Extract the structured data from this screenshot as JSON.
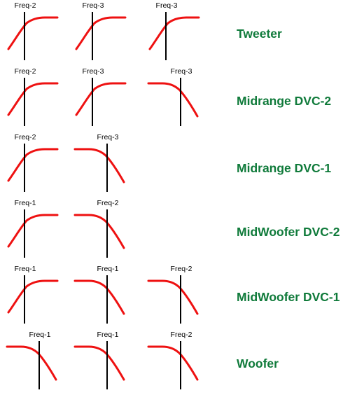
{
  "colors": {
    "curve": "#ee1111",
    "marker": "#000000",
    "label": "#0f7a3a"
  },
  "rows": [
    {
      "name": "Tweeter",
      "cells": [
        {
          "label": "Freq-2",
          "shape": "high-pass"
        },
        {
          "label": "Freq-3",
          "shape": "high-pass"
        },
        {
          "label": "Freq-3",
          "shape": "high-pass"
        }
      ]
    },
    {
      "name": "Midrange DVC-2",
      "cells": [
        {
          "label": "Freq-2",
          "shape": "high-pass"
        },
        {
          "label": "Freq-3",
          "shape": "high-pass"
        },
        {
          "label": "Freq-3",
          "shape": "low-pass"
        }
      ]
    },
    {
      "name": "Midrange DVC-1",
      "cells": [
        {
          "label": "Freq-2",
          "shape": "high-pass"
        },
        {
          "label": "Freq-3",
          "shape": "low-pass"
        }
      ]
    },
    {
      "name": "MidWoofer DVC-2",
      "cells": [
        {
          "label": "Freq-1",
          "shape": "high-pass"
        },
        {
          "label": "Freq-2",
          "shape": "low-pass"
        }
      ]
    },
    {
      "name": "MidWoofer DVC-1",
      "cells": [
        {
          "label": "Freq-1",
          "shape": "high-pass"
        },
        {
          "label": "Freq-1",
          "shape": "low-pass"
        },
        {
          "label": "Freq-2",
          "shape": "low-pass"
        }
      ]
    },
    {
      "name": "Woofer",
      "cells": [
        {
          "label": "Freq-1",
          "shape": "low-pass"
        },
        {
          "label": "Freq-1",
          "shape": "low-pass"
        },
        {
          "label": "Freq-2",
          "shape": "low-pass"
        }
      ]
    }
  ]
}
